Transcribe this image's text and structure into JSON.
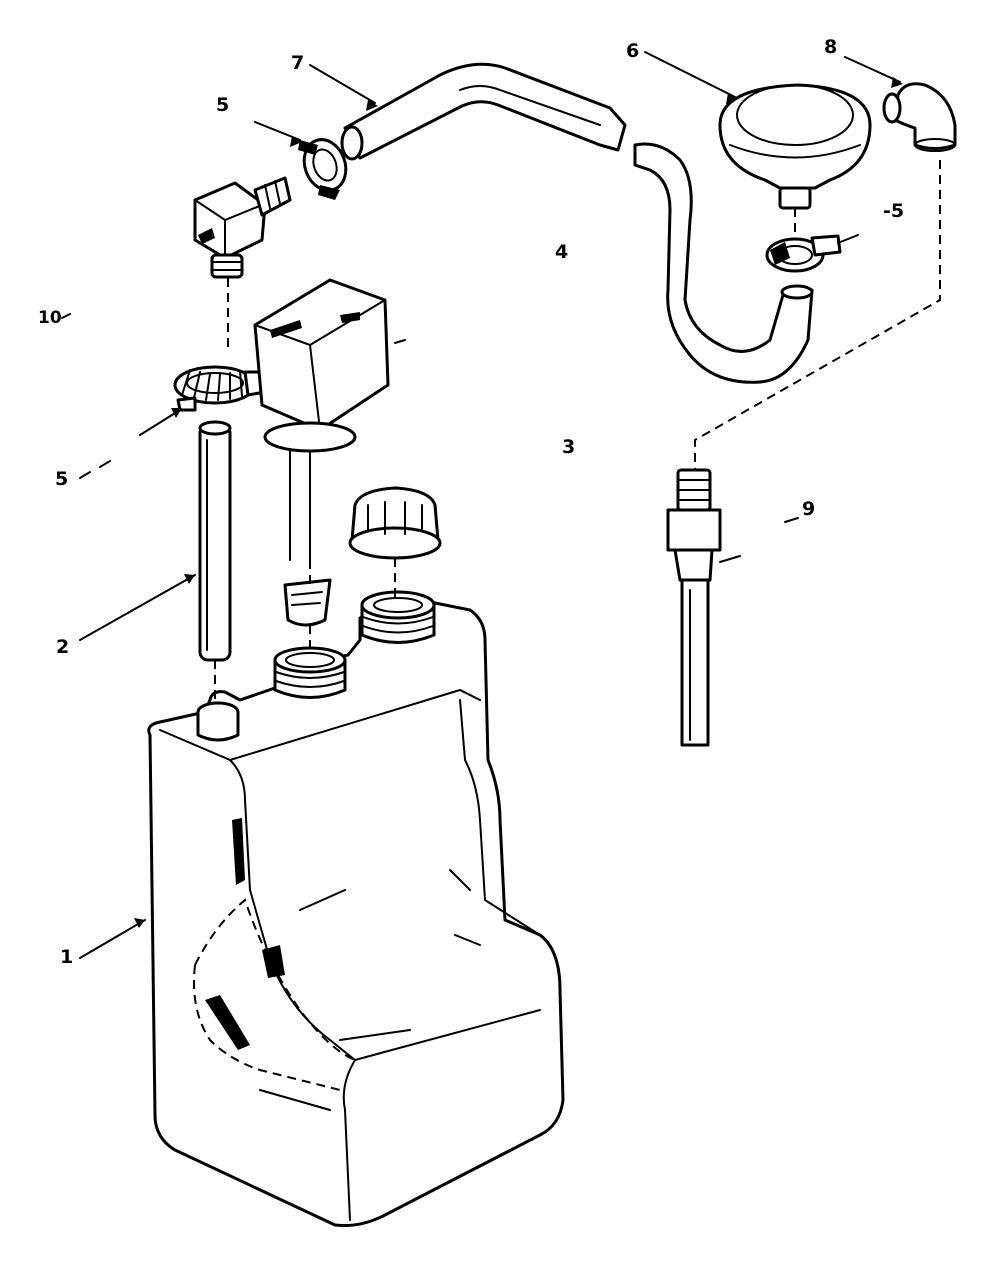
{
  "diagram": {
    "callouts": [
      {
        "id": "c1",
        "text": "1"
      },
      {
        "id": "c2",
        "text": "2"
      },
      {
        "id": "c3",
        "text": "3"
      },
      {
        "id": "c4",
        "text": "4"
      },
      {
        "id": "c5a",
        "text": "5"
      },
      {
        "id": "c5b",
        "text": "5"
      },
      {
        "id": "c5c",
        "text": "-5"
      },
      {
        "id": "c6",
        "text": "6"
      },
      {
        "id": "c7",
        "text": "7"
      },
      {
        "id": "c8",
        "text": "8"
      },
      {
        "id": "c9",
        "text": "9"
      },
      {
        "id": "c10",
        "text": "10"
      }
    ]
  }
}
